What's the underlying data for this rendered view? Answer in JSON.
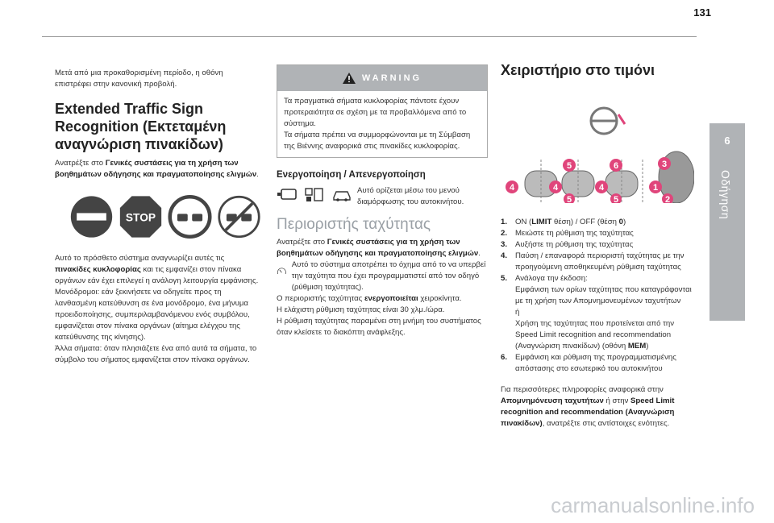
{
  "page": {
    "number": "131",
    "section_number": "6",
    "section_label": "Οδήγηση",
    "watermark": "carmanualsonline.info"
  },
  "col1": {
    "intro": "Μετά από μια προκαθορισμένη περίοδο, η οθόνη επιστρέφει στην κανονική προβολή.",
    "heading": "Extended Traffic Sign Recognition (Εκτεταμένη αναγνώριση πινακίδων)",
    "ref_prefix": "Ανατρέξτε στο ",
    "ref_bold": "Γενικές συστάσεις για τη χρήση των βοηθημάτων οδήγησης και πραγματοποίησης ελιγμών",
    "ref_suffix": ".",
    "signs": {
      "stop_text": "STOP"
    },
    "desc1_pre": "Αυτό το πρόσθετο σύστημα αναγνωρίζει αυτές τις ",
    "desc1_bold": "πινακίδες κυκλοφορίας",
    "desc1_post": " και τις εμφανίζει στον πίνακα οργάνων εάν έχει επιλεγεί η ανάλογη λειτουργία εμφάνισης.",
    "desc2": "Μονόδρομοι: εάν ξεκινήσετε να οδηγείτε προς τη λανθασμένη κατεύθυνση σε ένα μονόδρομο, ένα μήνυμα προειδοποίησης, συμπεριλαμβανόμενου ενός συμβόλου, εμφανίζεται στον πίνακα οργάνων (αίτημα ελέγχου της κατεύθυνσης της κίνησης).",
    "desc3": "Άλλα σήματα: όταν πλησιάζετε ένα από αυτά τα σήματα, το σύμβολο του σήματος εμφανίζεται στον πίνακα οργάνων."
  },
  "col2": {
    "warning_title": "WARNING",
    "warning_p1": "Τα πραγματικά σήματα κυκλοφορίας πάντοτε έχουν προτεραιότητα σε σχέση με τα προβαλλόμενα από το σύστημα.",
    "warning_p2": "Τα σήματα πρέπει να συμμορφώνονται με τη Σύμβαση της Βιέννης αναφορικά στις πινακίδες κυκλοφορίας.",
    "activation_heading": "Ενεργοποίηση / Απενεργοποίηση",
    "activation_text": "Αυτό ορίζεται μέσω του μενού διαμόρφωσης του αυτοκινήτου.",
    "limiter_heading": "Περιοριστής ταχύτητας",
    "ref_prefix": "Ανατρέξτε στο ",
    "ref_bold": "Γενικές συστάσεις για τη χρήση των βοηθημάτων οδήγησης και πραγματοποίησης ελιγμών",
    "ref_suffix": ".",
    "limiter_p1": "Αυτό το σύστημα αποτρέπει το όχημα από το να υπερβεί την ταχύτητα που έχει προγραμματιστεί από τον οδηγό (ρύθμιση ταχύτητας).",
    "limiter_p2_pre": "Ο περιοριστής ταχύτητας ",
    "limiter_p2_bold": "ενεργοποιείται",
    "limiter_p2_post": " χειροκίνητα.",
    "limiter_p3": "Η ελάχιστη ρύθμιση ταχύτητας είναι 30 χλμ./ώρα.",
    "limiter_p4": "Η ρύθμιση ταχύτητας παραμένει στη μνήμη του συστήματος όταν κλείσετε το διακόπτη ανάφλεξης."
  },
  "col3": {
    "heading": "Χειριστήριο στο τιμόνι",
    "callouts": [
      "5",
      "6",
      "3",
      "4",
      "4",
      "4",
      "1",
      "5",
      "5",
      "2"
    ],
    "items": [
      {
        "num": "1.",
        "text_pre": "ON (",
        "text_bold": "LIMIT",
        "text_post": " θέση) / OFF (θέση ",
        "text_bold2": "0",
        "text_post2": ")"
      },
      {
        "num": "2.",
        "text": "Μειώστε τη ρύθμιση της ταχύτητας"
      },
      {
        "num": "3.",
        "text": "Αυξήστε τη ρύθμιση της ταχύτητας"
      },
      {
        "num": "4.",
        "text": "Παύση / επαναφορά περιοριστή ταχύτητας με την προηγούμενη αποθηκευμένη ρύθμιση ταχύτητας"
      },
      {
        "num": "5.",
        "text_a": "Ανάλογα την έκδοση:",
        "text_b": "Εμφάνιση των ορίων ταχύτητας που καταγράφονται με τη χρήση των Απομνημονευμένων ταχυτήτων",
        "text_c": "ή",
        "text_d_pre": "Χρήση της ταχύτητας που προτείνεται από την Speed Limit recognition and recommendation (Αναγνώριση πινακίδων) (οθόνη ",
        "text_d_bold": "MEM",
        "text_d_post": ")"
      },
      {
        "num": "6.",
        "text": "Εμφάνιση και ρύθμιση της προγραμματισμένης απόστασης στο εσωτερικό του αυτοκινήτου"
      }
    ],
    "more_pre": "Για περισσότερες πληροφορίες αναφορικά στην ",
    "more_bold1": "Απομνημόνευση ταχυτήτων",
    "more_mid": " ή στην ",
    "more_bold2": "Speed Limit recognition and recommendation (Αναγνώριση πινακίδων)",
    "more_post": ", ανατρέξτε στις αντίστοιχες ενότητες."
  },
  "colors": {
    "callout": "#e0457b",
    "tab": "#b0b3b6",
    "sign_red": "#333333"
  }
}
